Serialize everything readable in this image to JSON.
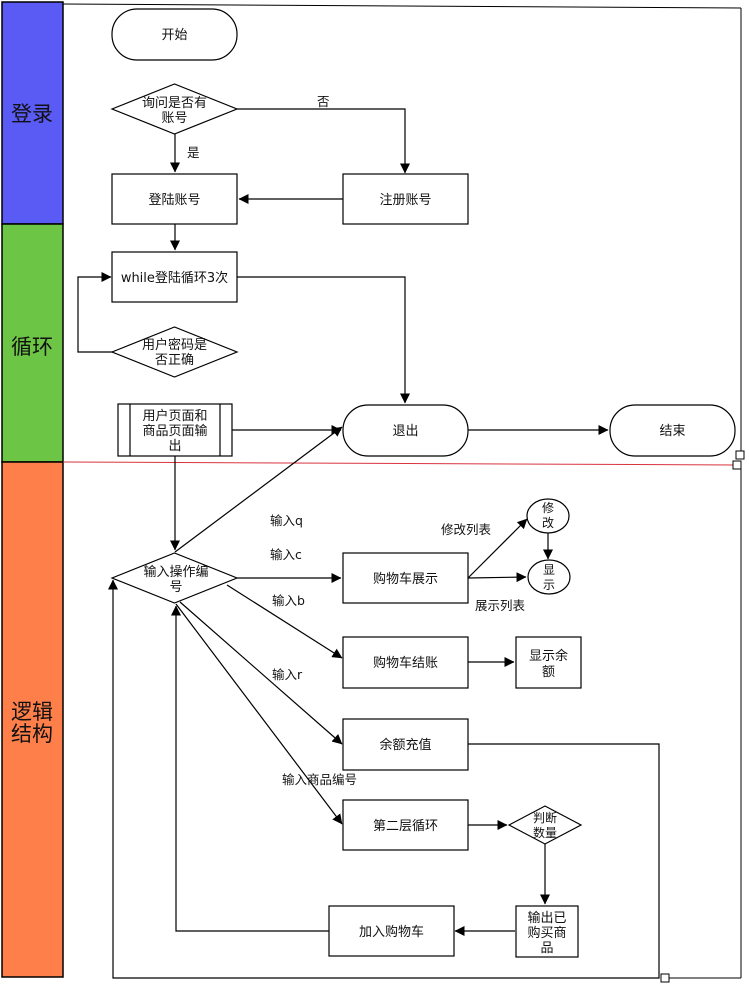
{
  "lanes": {
    "login": {
      "label": "登录",
      "color": "#5a5af5"
    },
    "loop": {
      "label": "循环",
      "color": "#6cc545"
    },
    "logic": {
      "label_line1": "逻辑",
      "label_line2": "结构",
      "color": "#ff7f4a"
    }
  },
  "nodes": {
    "start": "开始",
    "ask_account_l1": "询问是否有",
    "ask_account_l2": "账号",
    "login": "登陆账号",
    "register": "注册账号",
    "while_loop": "while登陆循环3次",
    "pwd_check_l1": "用户密码是",
    "pwd_check_l2": "否正确",
    "output_l1": "用户页面和",
    "output_l2": "商品页面输",
    "output_l3": "出",
    "quit": "退出",
    "end": "结束",
    "input_op_l1": "输入操作编",
    "input_op_l2": "号",
    "cart_show": "购物车展示",
    "modify_l1": "修",
    "modify_l2": "改",
    "display_l1": "显",
    "display_l2": "示",
    "checkout": "购物车结账",
    "show_balance_l1": "显示余",
    "show_balance_l2": "额",
    "recharge": "余额充值",
    "second_loop": "第二层循环",
    "judge_l1": "判断",
    "judge_l2": "数量",
    "output_bought_l1": "输出已",
    "output_bought_l2": "购买商",
    "output_bought_l3": "品",
    "add_cart": "加入购物车"
  },
  "edges": {
    "no": "否",
    "yes": "是",
    "input_q": "输入q",
    "input_c": "输入c",
    "input_b": "输入b",
    "input_r": "输入r",
    "input_product": "输入商品编号",
    "modify_list": "修改列表",
    "show_list": "展示列表"
  }
}
